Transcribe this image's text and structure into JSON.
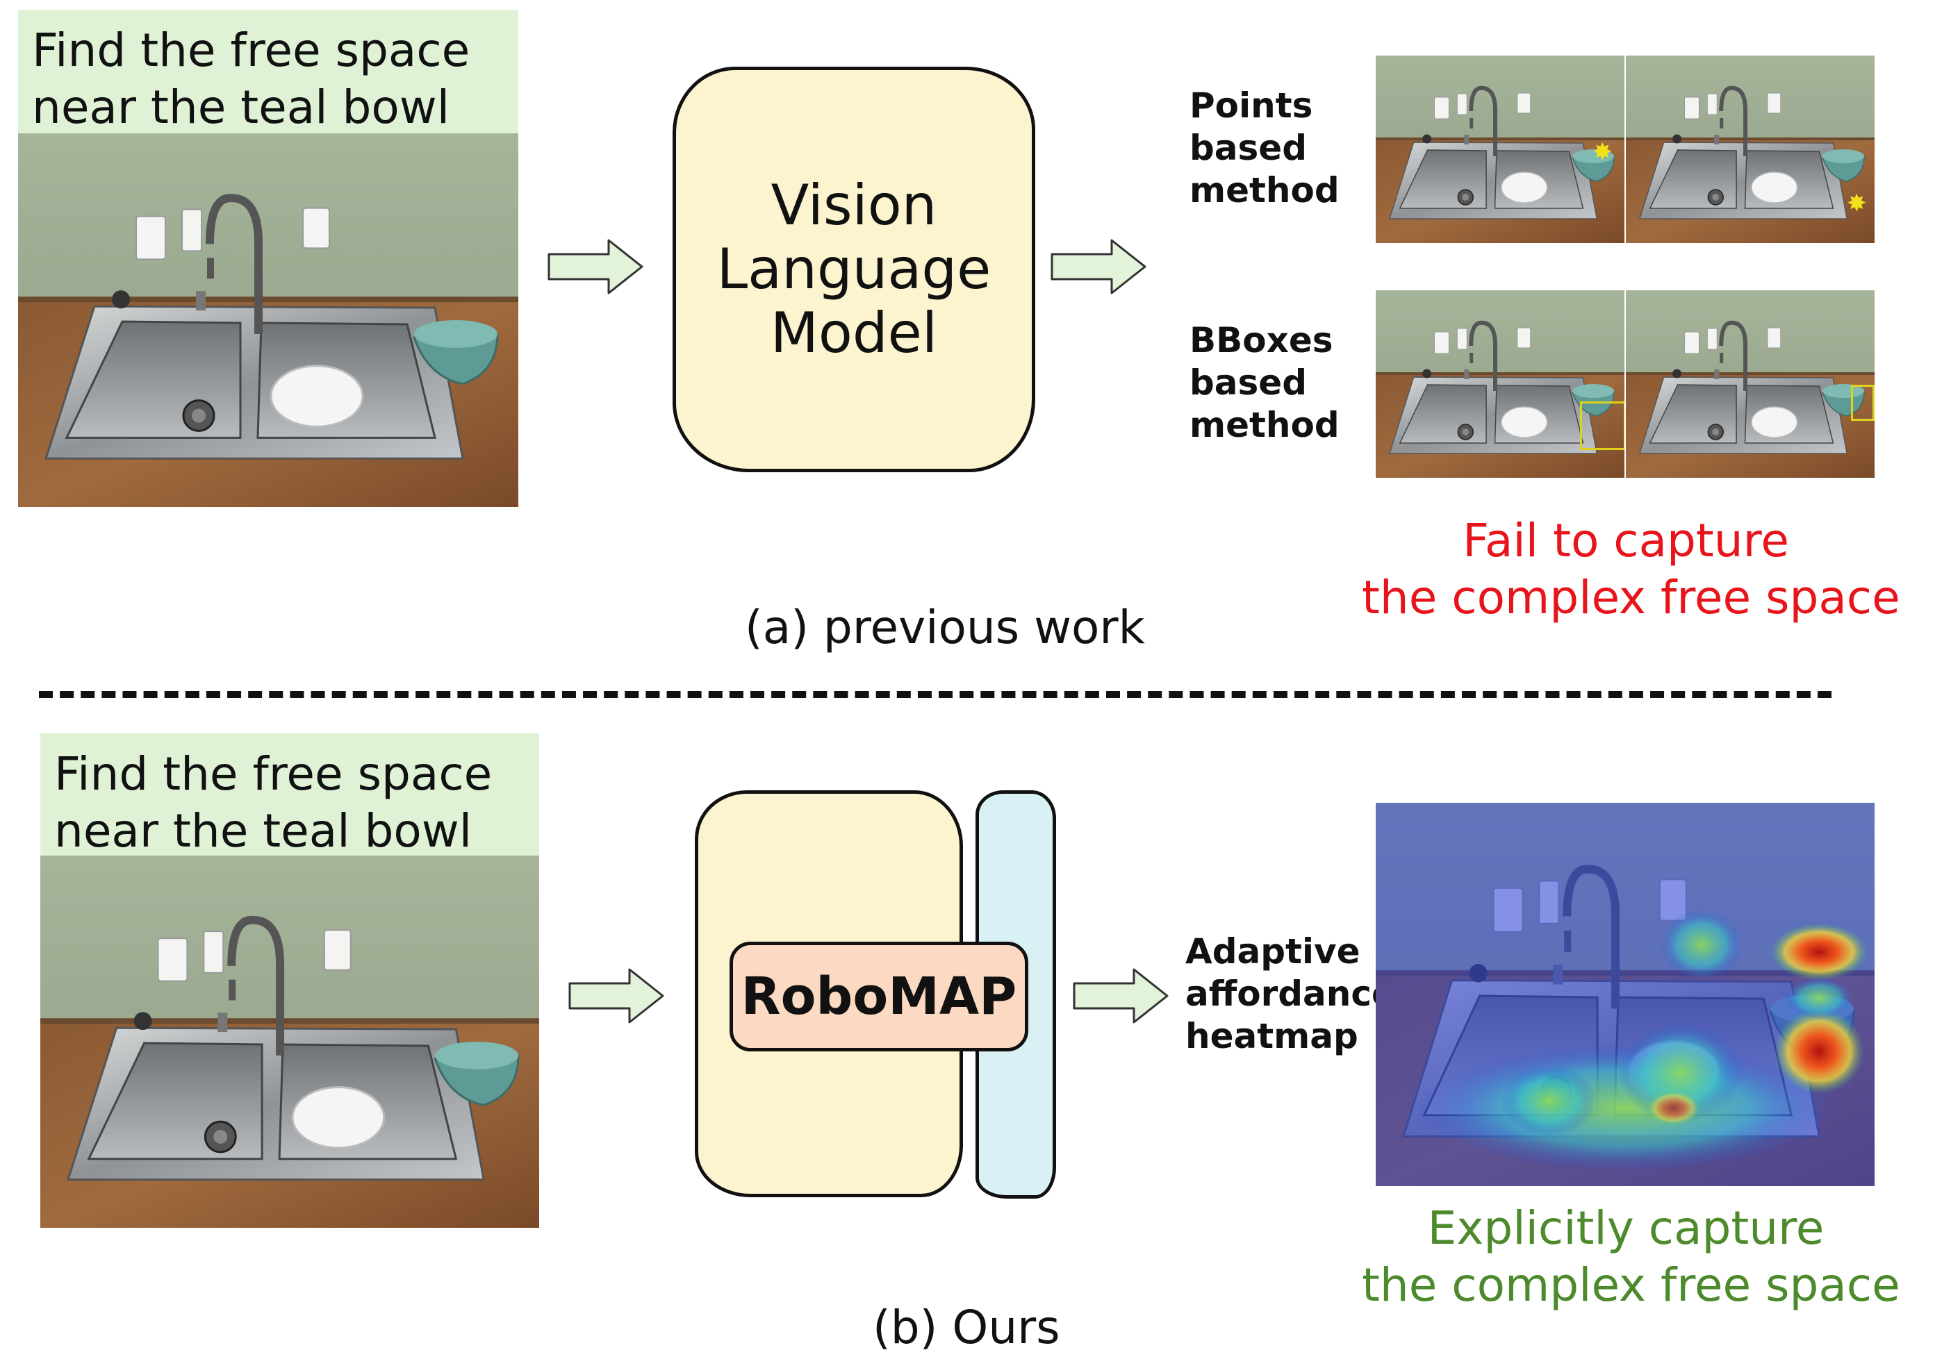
{
  "top": {
    "prompt_lines": [
      "Find the free space",
      "near the teal bowl"
    ],
    "model_lines": [
      "Vision",
      "Language",
      "Model"
    ],
    "points_method_lines": [
      "Points",
      "based",
      "method"
    ],
    "bboxes_method_lines": [
      "BBoxes",
      "based",
      "method"
    ],
    "failure_lines": [
      "Fail to capture",
      "the complex free space"
    ],
    "caption": "(a)  previous work"
  },
  "bottom": {
    "prompt_lines": [
      "Find the free space",
      "near the teal bowl"
    ],
    "model_label": "RoboMAP",
    "output_lines": [
      "Adaptive",
      "affordance",
      "heatmap"
    ],
    "success_lines": [
      "Explicitly capture",
      "the complex free space"
    ],
    "caption": "(b)  Ours"
  },
  "colors": {
    "prompt_bg": "#dff2d6",
    "model_bg": "#fcf3cf",
    "robomap_bg": "#fbd9c2",
    "side_bg": "#d9f0f5",
    "failure_text": "#e8141b",
    "success_text": "#4d8a2c",
    "arrow_fill": "#e2f3da"
  }
}
